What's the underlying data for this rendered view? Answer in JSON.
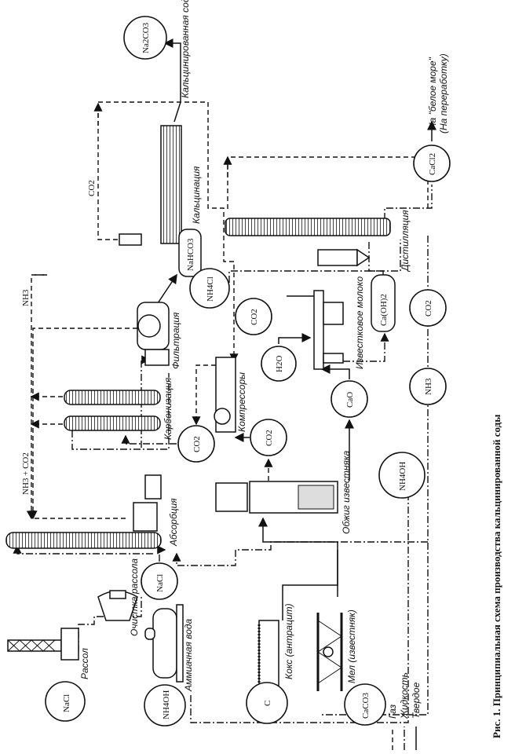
{
  "caption": "Рис. 1. Принципиальная схема производства кальцинированной соды",
  "legend": [
    {
      "label": "Газ",
      "style": "dashed"
    },
    {
      "label": "Жидкость",
      "style": "dash-dot"
    },
    {
      "label": "Твердое",
      "style": "solid"
    }
  ],
  "raw_materials": {
    "nacl": "NaCl",
    "nacl_label": "Рассол",
    "nh4oh": "NH4OH",
    "nh4oh_label": "Аммиачная вода",
    "c": "C",
    "c_label": "Кокс (антрацит)",
    "caco3": "CaCO3",
    "caco3_label": "Мел (известняк)"
  },
  "stages": {
    "purification": "Очистка рассола",
    "purified_nacl": "NaCl",
    "absorption": "Абсорбция",
    "nh3_co2": "NH3 + CO2",
    "carbonization": "Карбонизация",
    "co2_to_carb": "CO2",
    "compressors": "Компрессоры",
    "co2_from_kiln": "CO2",
    "co2_from_calc": "CO2",
    "kiln": "Обжиг известняка",
    "cao": "CaO",
    "h2o": "H2O",
    "lime_milk": "Известковое молоко",
    "caoh2": "Ca(OH)2",
    "nh4oh_return": "NH4OH",
    "nh3_return": "NH3",
    "co2_return": "CO2",
    "filtration": "Фильтрация",
    "nh3_filtration": "NH3",
    "nh4cl": "NH4Cl",
    "nahco3": "NaHCO3",
    "calcination": "Кальцинация",
    "co2_calc_loop": "CO2",
    "na2co3": "Na2CO3",
    "soda": "Кальцинированная сода",
    "distillation": "Дистилляция",
    "cacl2": "CaCl2",
    "waste": "На \"белое море\"",
    "waste_note": "(На переработку)"
  }
}
